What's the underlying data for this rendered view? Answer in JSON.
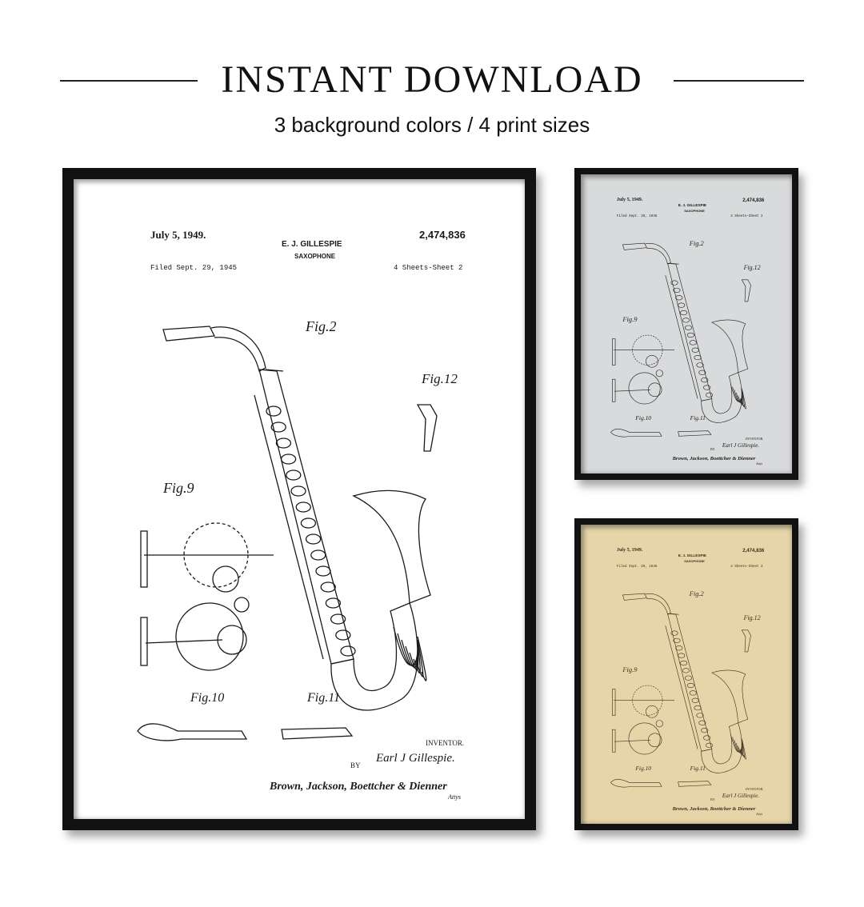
{
  "header": {
    "title": "INSTANT DOWNLOAD",
    "subtitle": "3 background colors  /  4 print sizes"
  },
  "patent": {
    "date": "July 5, 1949.",
    "inventor_name": "E. J. GILLESPIE",
    "number": "2,474,836",
    "title": "SAXOPHONE",
    "filed": "Filed Sept. 29, 1945",
    "sheets": "4 Sheets-Sheet 2",
    "fig_main": "Fig.2",
    "fig_12": "Fig.12",
    "fig_9": "Fig.9",
    "fig_10": "Fig.10",
    "fig_11": "Fig.11",
    "inventor_label": "INVENTOR.",
    "inventor_signature": "Earl J Gillespie.",
    "by": "BY",
    "attorneys": "Brown, Jackson, Boettcher & Dienner",
    "attorneys_mark": "Attys"
  },
  "colors": {
    "white": "#ffffff",
    "gray": "#d9dadb",
    "parchment": "#e6d5a8"
  }
}
